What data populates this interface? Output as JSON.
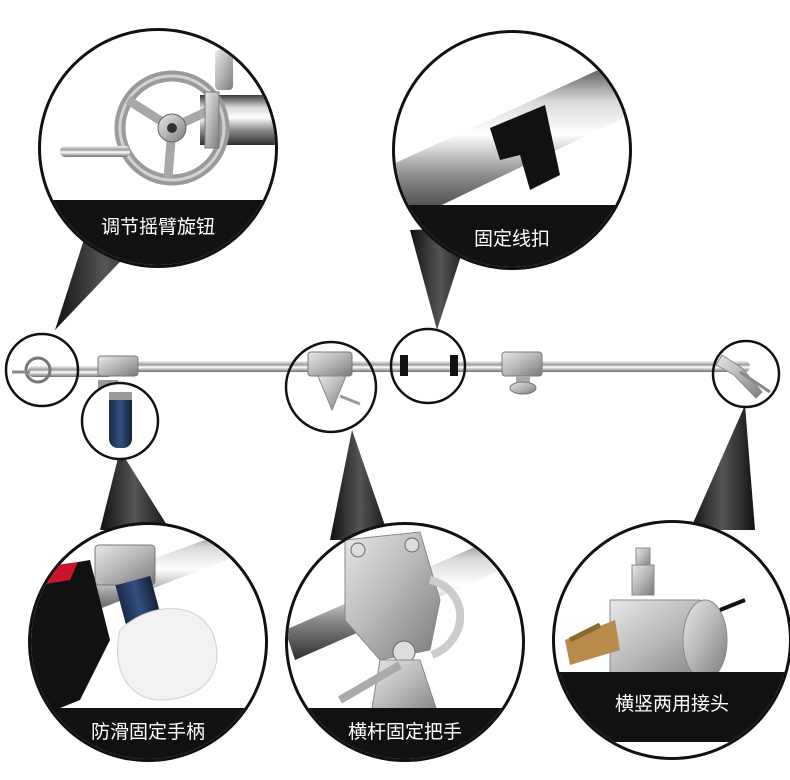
{
  "callouts": {
    "handwheel": "调节摇臂旋钮",
    "cable_clip": "固定线扣",
    "grip": "防滑固定手柄",
    "crossbar_clamp": "横杆固定把手",
    "end_joint": "横竖两用接头"
  }
}
